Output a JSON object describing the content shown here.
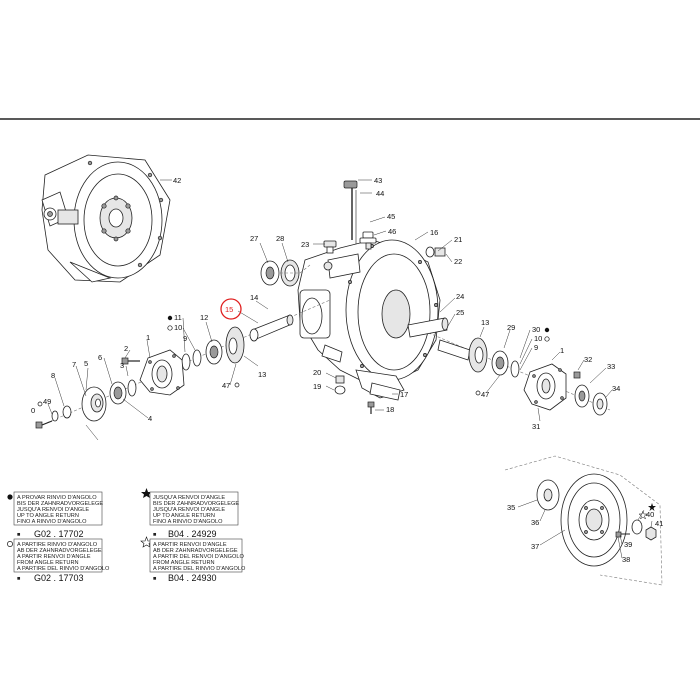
{
  "callouts": [
    {
      "id": "c42",
      "text": "42"
    },
    {
      "id": "c43",
      "text": "43"
    },
    {
      "id": "c44",
      "text": "44"
    },
    {
      "id": "c45",
      "text": "45"
    },
    {
      "id": "c46",
      "text": "46"
    },
    {
      "id": "c16",
      "text": "16"
    },
    {
      "id": "c21",
      "text": "21"
    },
    {
      "id": "c22",
      "text": "22"
    },
    {
      "id": "c27",
      "text": "27"
    },
    {
      "id": "c28",
      "text": "28"
    },
    {
      "id": "c23",
      "text": "23"
    },
    {
      "id": "c14",
      "text": "14"
    },
    {
      "id": "c15",
      "text": "15"
    },
    {
      "id": "c11",
      "text": "11"
    },
    {
      "id": "c10",
      "text": "10"
    },
    {
      "id": "c12",
      "text": "12"
    },
    {
      "id": "c9",
      "text": "9"
    },
    {
      "id": "c2",
      "text": "2"
    },
    {
      "id": "c1",
      "text": "1"
    },
    {
      "id": "c3",
      "text": "3"
    },
    {
      "id": "c6",
      "text": "6"
    },
    {
      "id": "c5",
      "text": "5"
    },
    {
      "id": "c8",
      "text": "8"
    },
    {
      "id": "c7l",
      "text": "7"
    },
    {
      "id": "c4",
      "text": "4"
    },
    {
      "id": "c49",
      "text": "49"
    },
    {
      "id": "c0",
      "text": "0"
    },
    {
      "id": "c47a",
      "text": "47"
    },
    {
      "id": "c13a",
      "text": "13"
    },
    {
      "id": "c20",
      "text": "20"
    },
    {
      "id": "c19",
      "text": "19"
    },
    {
      "id": "c17",
      "text": "17"
    },
    {
      "id": "c18",
      "text": "18"
    },
    {
      "id": "c24",
      "text": "24"
    },
    {
      "id": "c25",
      "text": "25"
    },
    {
      "id": "c13b",
      "text": "13"
    },
    {
      "id": "c29",
      "text": "29"
    },
    {
      "id": "c30",
      "text": "30"
    },
    {
      "id": "c10b",
      "text": "10"
    },
    {
      "id": "c9b",
      "text": "9"
    },
    {
      "id": "c1b",
      "text": "1"
    },
    {
      "id": "c32",
      "text": "32"
    },
    {
      "id": "c33",
      "text": "33"
    },
    {
      "id": "c34",
      "text": "34"
    },
    {
      "id": "c47b",
      "text": "47"
    },
    {
      "id": "c31",
      "text": "31"
    },
    {
      "id": "c35",
      "text": "35"
    },
    {
      "id": "c36",
      "text": "36"
    },
    {
      "id": "c37",
      "text": "37"
    },
    {
      "id": "c38",
      "text": "38"
    },
    {
      "id": "c39",
      "text": "39"
    },
    {
      "id": "c40",
      "text": "40"
    },
    {
      "id": "c41",
      "text": "41"
    }
  ],
  "legend": {
    "box1": {
      "lines": [
        "A PROVAR RINVIO D'ANGOLO",
        "BIS DER ZAHNRADVORGELEGE",
        "JUSQU'A RENVOI D'ANGLE",
        "UP TO ANGLE RETURN",
        "FINO A RINVIO D'ANGOLO"
      ],
      "code_prefix": "■",
      "code": "G02 . 17702"
    },
    "box2": {
      "lines": [
        "A PARTIRE RINVIO D'ANGOLO",
        "AB DER ZAHNRADVORGELEGE",
        "A PARTIR RENVOI D'ANGLE",
        "FROM ANGLE RETURN",
        "A PARTIRE DEL RINVIO D'ANGOLO"
      ],
      "code_prefix": "■",
      "code": "G02 . 17703"
    },
    "box3": {
      "lines": [
        "JUSQU'A RENVOI D'ANGLE",
        "BIS DER ZAHNRADVORGELEGE",
        "JUSQU'A RENVOI D'ANGLE",
        "UP TO ANGLE RETURN",
        "FINO A RINVIO D'ANGOLO"
      ],
      "code_prefix": "■",
      "code": "B04 . 24929"
    },
    "box4": {
      "lines": [
        "A PARTIR RENVOI D'ANGLE",
        "AB DER ZAHNRADVORGELEGE",
        "A PARTIR DEL RENVOI D'ANGOLO",
        "FROM ANGLE RETURN",
        "A PARTIRE DEL RINVIO D'ANGOLO"
      ],
      "code_prefix": "■",
      "code": "B04 . 24930"
    }
  },
  "colors": {
    "highlight_circle": "#e02020",
    "ink": "#111111",
    "rule": "#222222"
  }
}
